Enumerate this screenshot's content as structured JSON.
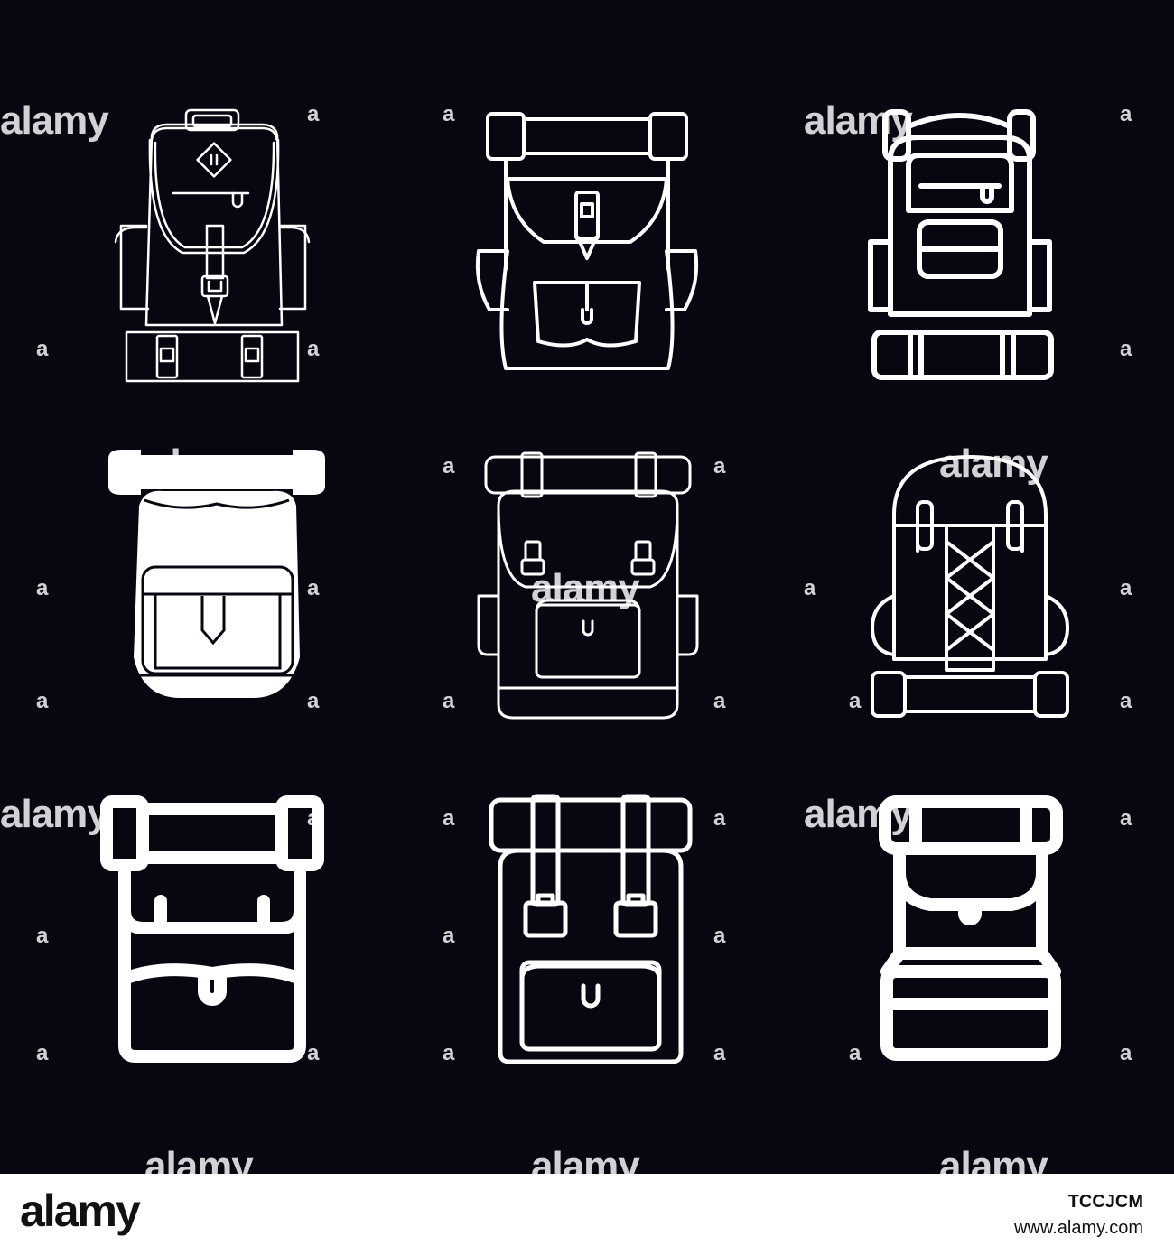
{
  "watermark": {
    "brand": "alamy",
    "mark": "a"
  },
  "footer": {
    "logo": "alamy",
    "image_id": "TCCJCM",
    "url": "www.alamy.com"
  },
  "colors": {
    "background": "#070712",
    "icon_stroke": "#ffffff",
    "footer_bg": "#ffffff",
    "footer_text": "#111111"
  },
  "icons": [
    {
      "name": "backpack-icon-1"
    },
    {
      "name": "backpack-icon-2"
    },
    {
      "name": "backpack-icon-3"
    },
    {
      "name": "backpack-icon-4"
    },
    {
      "name": "backpack-icon-5"
    },
    {
      "name": "backpack-icon-6"
    },
    {
      "name": "backpack-icon-7"
    },
    {
      "name": "backpack-icon-8"
    },
    {
      "name": "backpack-icon-9"
    }
  ]
}
